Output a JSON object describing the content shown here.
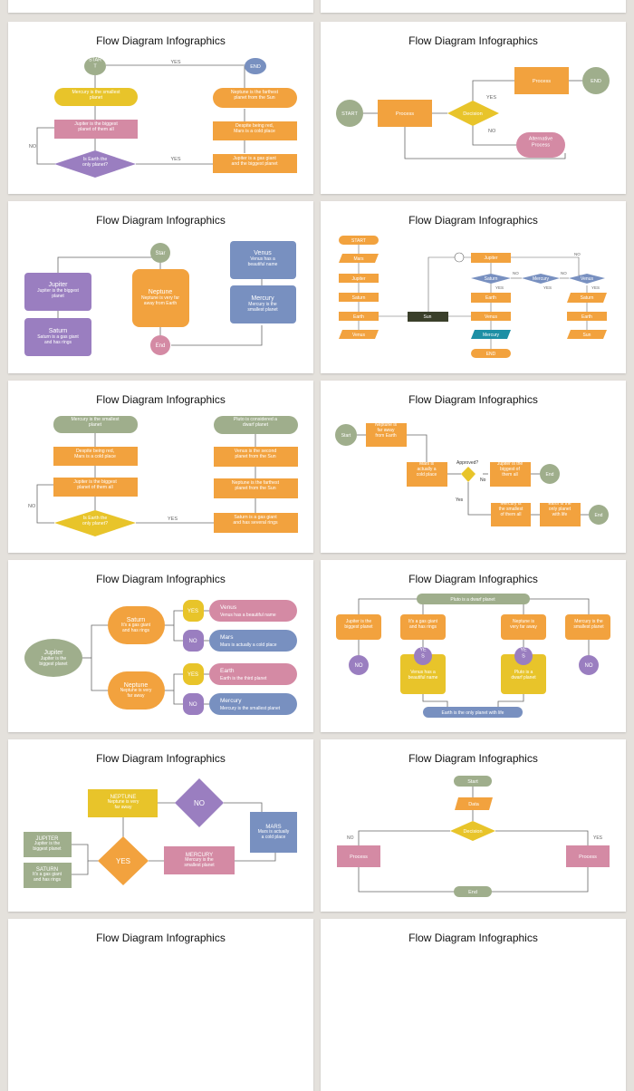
{
  "title": "Flow Diagram Infographics",
  "colors": {
    "green": "#9fae8c",
    "blue": "#7890c0",
    "purple": "#9a7ec0",
    "pink": "#d48aa4",
    "orange": "#f2a23e",
    "yellow": "#e8c42a",
    "line": "#666666",
    "dark": "#3a3f2a",
    "teal": "#1e8fa5"
  },
  "s1": {
    "start": "STAR\nT",
    "end": "END",
    "yes1": "YES",
    "yes2": "YES",
    "no": "NO",
    "mercury": "Mercury is the smallest\nplanet",
    "jupiter": "Jupiter is the biggest\nplanet of them all",
    "earth": "Is Earth the\nonly planet?",
    "neptune": "Neptune is the farthest\nplanet from the Sun",
    "mars": "Despite being red,\nMars is a cold place",
    "jupgas": "Jupiter is a gas giant\nand the biggest planet"
  },
  "s2": {
    "start": "START",
    "process1": "Process",
    "decision": "Decision",
    "yes": "YES",
    "no": "NO",
    "process2": "Process",
    "end": "END",
    "alt": "Alternative\nProcess"
  },
  "s3": {
    "star": "Star",
    "end": "End",
    "jupiter_t": "Jupiter",
    "jupiter_d": "Jupiter is the biggest\nplanet",
    "saturn_t": "Saturn",
    "saturn_d": "Saturn is a gas giant\nand has rings",
    "neptune_t": "Neptune",
    "neptune_d": "Neptune is very far\naway from Earth",
    "venus_t": "Venus",
    "venus_d": "Venus has a\nbeautiful name",
    "mercury_t": "Mercury",
    "mercury_d": "Mercury is the\nsmallest planet"
  },
  "s4": {
    "start": "START",
    "mars": "Mars",
    "jupiter": "Jupiter",
    "saturn": "Saturn",
    "earth": "Earth",
    "venus": "Venus",
    "sun": "Sun",
    "jupiter2": "Jupiter",
    "saturn2": "Saturn",
    "mercury2": "Mercury",
    "venus2": "Venus",
    "earth2": "Earth",
    "venus3": "Venus",
    "mercury3": "Mercury",
    "end": "END",
    "saturn3": "Saturn",
    "earth3": "Earth",
    "sun3": "Sun",
    "no": "NO",
    "yes": "YES"
  },
  "s5": {
    "mercury": "Mercury is the smallest\nplanet",
    "mars": "Despite being red,\nMars is a cold place",
    "jupiter": "Jupiter is the biggest\nplanet of them all",
    "earth": "Is Earth the\nonly planet?",
    "pluto": "Pluto is considered a\ndwarf planet",
    "venus": "Venus is the second\nplanet from the Sun",
    "neptune": "Neptune is the farthest\nplanet from the Sun",
    "saturn": "Saturn is a gas giant\nand has several rings",
    "yes": "YES",
    "no": "NO"
  },
  "s6": {
    "start": "Start",
    "neptune": "Neptune is\nfar away\nfrom Earth",
    "mars": "Mars is\nactually a\ncold place",
    "approved": "Approved?",
    "no": "No",
    "yes": "Yes",
    "jupiter": "Jupiter is the\nbiggest of\nthem all",
    "end1": "End",
    "mercury": "Mercury is\nthe smallest\nof them all",
    "earth": "Earth is the\nonly planet\nwith life",
    "end2": "End"
  },
  "s7": {
    "jupiter_t": "Jupiter",
    "jupiter_d": "Jupiter is the\nbiggest planet",
    "saturn_t": "Saturn",
    "saturn_d": "It's a gas giant\nand has rings",
    "neptune_t": "Neptune",
    "neptune_d": "Neptune is very\nfar away",
    "yes": "YES",
    "no": "NO",
    "venus_t": "Venus",
    "venus_d": "Venus has a beautiful name",
    "mars_t": "Mars",
    "mars_d": "Mars is actually a cold place",
    "earth_t": "Earth",
    "earth_d": "Earth is the third planet",
    "mercury_t": "Mercury",
    "mercury_d": "Mercury is the smallest planet"
  },
  "s8": {
    "pluto": "Pluto is a dwarf planet",
    "jupiter": "Jupiter is the\nbiggest planet",
    "saturn": "It's a gas giant\nand has rings",
    "neptune": "Neptune is\nvery far away",
    "mercury": "Mercury is the\nsmallest planet",
    "no": "NO",
    "yes": "YE\nS",
    "venus": "Venus has a\nbeautiful name",
    "pluto2": "Pluto is a\ndwarf planet",
    "earth": "Earth is the only planet with life"
  },
  "s9": {
    "neptune_t": "NEPTUNE",
    "neptune_d": "Neptune is very\nfar away",
    "no": "NO",
    "yes": "YES",
    "jupiter_t": "JUPITER",
    "jupiter_d": "Jupiter is the\nbiggest planet",
    "saturn_t": "SATURN",
    "saturn_d": "It's a gas giant\nand has rings",
    "mercury_t": "MERCURY",
    "mercury_d": "Mercury is the\nsmallest planet",
    "mars_t": "MARS",
    "mars_d": "Mars is actually\na cold place"
  },
  "s10": {
    "start": "Start",
    "data": "Data",
    "decision": "Decision",
    "no": "NO",
    "yes": "YES",
    "process1": "Process",
    "process2": "Process",
    "end": "End"
  }
}
